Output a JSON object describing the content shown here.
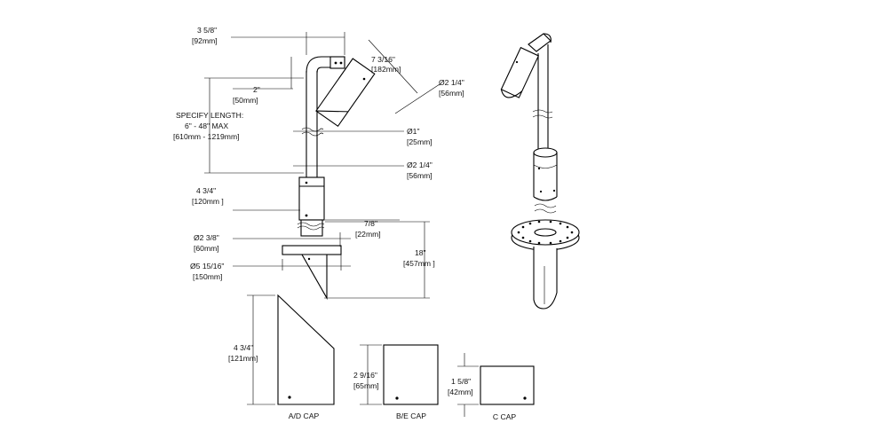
{
  "dimensions": {
    "arm_width": {
      "imperial": "3 5/8\"",
      "metric": "[92mm]"
    },
    "head_length": {
      "imperial": "7 3/16\"",
      "metric": "[182mm]"
    },
    "head_diameter": {
      "imperial": "Ø2 1/4\"",
      "metric": "[56mm]"
    },
    "elbow_height": {
      "imperial": "2\"",
      "metric": "[50mm]"
    },
    "specify_length": {
      "line1": "SPECIFY LENGTH:",
      "line2": "6\" - 48\" MAX",
      "line3": "[610mm - 1219mm]"
    },
    "stem_diameter": {
      "imperial": "Ø1\"",
      "metric": "[25mm]"
    },
    "housing_diameter": {
      "imperial": "Ø2 1/4\"",
      "metric": "[56mm]"
    },
    "housing_height": {
      "imperial": "4 3/4\"",
      "metric": "[120mm ]"
    },
    "collar_height": {
      "imperial": "7/8\"",
      "metric": "[22mm]"
    },
    "collar_diameter": {
      "imperial": "Ø2 3/8\"",
      "metric": "[60mm]"
    },
    "flange_diameter": {
      "imperial": "Ø5 15/16\"",
      "metric": "[150mm]"
    },
    "stake_length": {
      "imperial": "18\"",
      "metric": "[457mm ]"
    },
    "ad_cap_height": {
      "imperial": "4 3/4\"",
      "metric": "[121mm]"
    },
    "be_cap_height": {
      "imperial": "2 9/16\"",
      "metric": "[65mm]"
    },
    "c_cap_height": {
      "imperial": "1 5/8\"",
      "metric": "[42mm]"
    }
  },
  "caps": {
    "ad": "A/D CAP",
    "be": "B/E CAP",
    "c": "C CAP"
  }
}
